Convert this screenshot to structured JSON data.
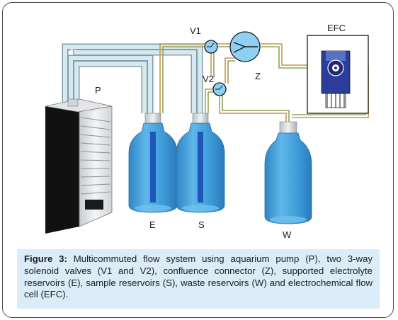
{
  "labels": {
    "pump": "P",
    "valve1": "V1",
    "valve2": "V2",
    "confluence": "Z",
    "cell": "EFC",
    "electrolyte": "E",
    "sample": "S",
    "waste": "W"
  },
  "caption": {
    "label": "Figure 3:",
    "text": " Multicommuted flow system using aquarium pump (P), two 3-way solenoid valves (V1 and V2), confluence connector (Z), supported electrolyte reservoirs (E), sample reservoirs (S), waste reservoirs (W) and electrochemical flow cell (EFC)."
  },
  "colors": {
    "bottle": "#3f9bd8",
    "tubing": "#a9c6cf",
    "line_orange": "#c9944e",
    "line_green": "#8fa35a",
    "cell_blue": "#2b3d9a"
  }
}
